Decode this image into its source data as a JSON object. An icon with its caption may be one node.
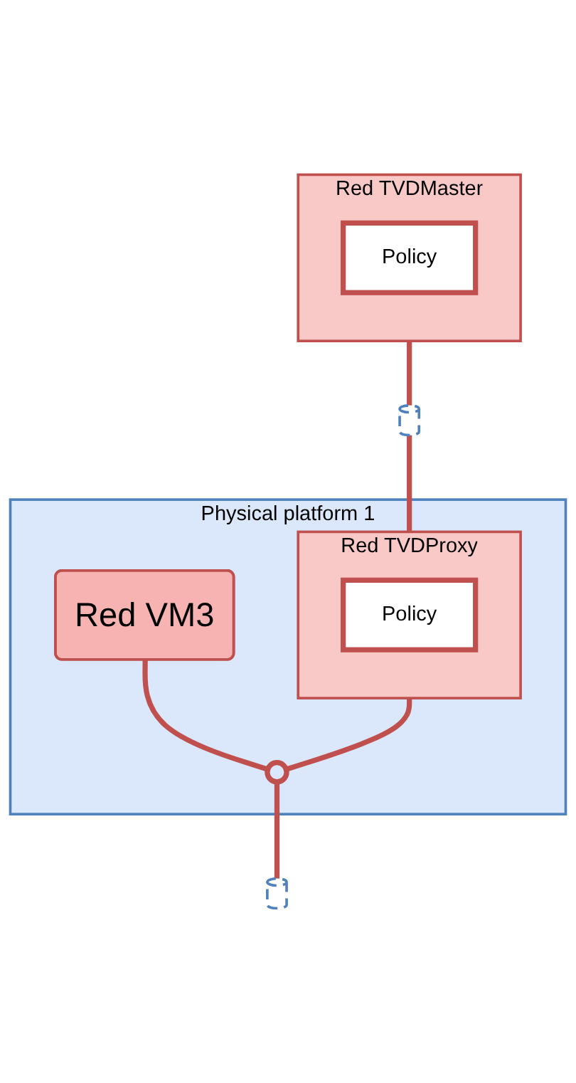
{
  "diagram": {
    "nodes": [
      {
        "text": [
          "Red TVDMaster"
        ]
      },
      {
        "text": [
          "Policy"
        ],
        "in": 0
      },
      {
        "text": [],
        "shape": "cylinder"
      },
      {
        "text": [
          "Physical platform 1"
        ]
      },
      {
        "text": [
          "Red TVDProxy"
        ],
        "in": 3
      },
      {
        "text": [
          "Policy"
        ],
        "in": 4
      },
      {
        "text": [
          "Red VM3"
        ],
        "in": 3
      },
      {
        "text": [],
        "shape": "ellipse",
        "in": 3
      },
      {
        "text": [],
        "shape": "cylinder"
      }
    ],
    "edges": [
      {
        "from": 0,
        "to": 2,
        "arrow": "none"
      },
      {
        "from": 2,
        "to": 4,
        "arrow": "none"
      },
      {
        "from": 4,
        "to": 7,
        "arrow": "none"
      },
      {
        "from": 6,
        "to": 7,
        "arrow": "none"
      },
      {
        "from": 7,
        "to": 8,
        "arrow": "none"
      }
    ]
  }
}
